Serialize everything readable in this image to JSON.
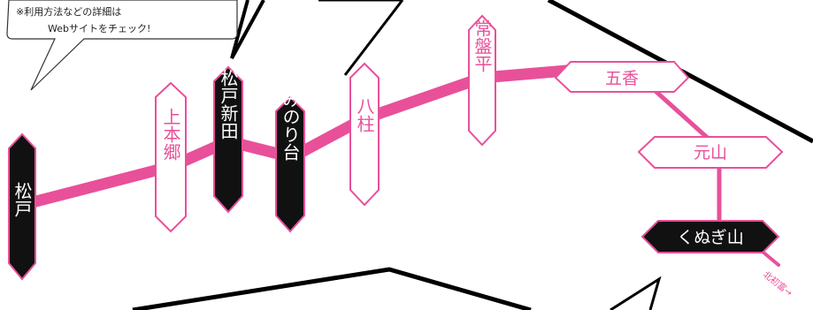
{
  "notice": {
    "line1": "※利用方法などの詳細は",
    "line2": "Webサイトをチェック!"
  },
  "colors": {
    "route": "#e8509a",
    "dark_fill": "#111111",
    "light_fill": "#ffffff",
    "light_text": "#e8509a",
    "dark_text": "#ffffff"
  },
  "stations": {
    "matsudo": {
      "label": "松戸",
      "style": "dark"
    },
    "kamihongo": {
      "label": "上本郷",
      "style": "light"
    },
    "matsudo_shinden": {
      "label": "松戸新田",
      "style": "dark"
    },
    "minoridai": {
      "label": "みのり台",
      "style": "dark"
    },
    "yabashira": {
      "label": "八柱",
      "style": "light"
    },
    "tokiwadaira": {
      "label": "常盤平",
      "style": "light"
    },
    "goka": {
      "label": "五香",
      "style": "light"
    },
    "motoyama": {
      "label": "元山",
      "style": "light"
    },
    "kunugiyama": {
      "label": "くぬぎ山",
      "style": "dark"
    }
  },
  "direction": {
    "label": "北初富→"
  }
}
